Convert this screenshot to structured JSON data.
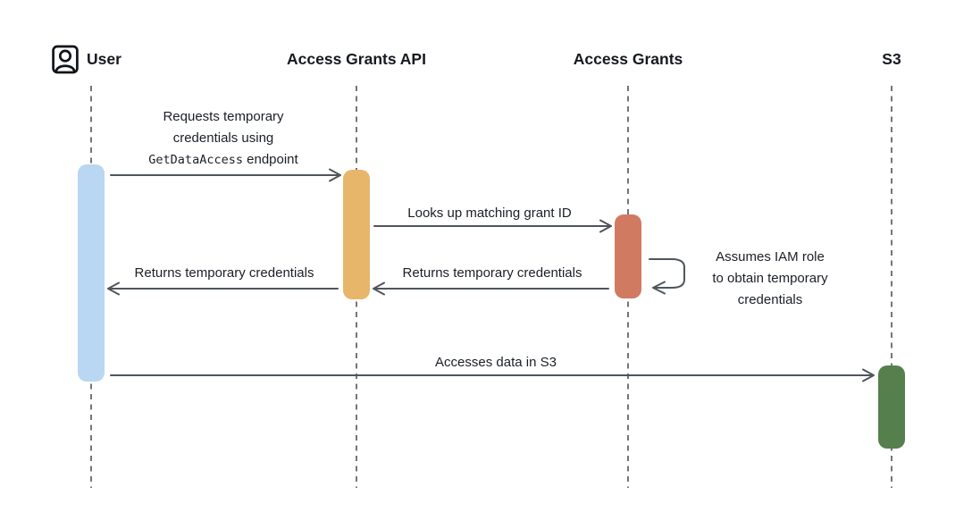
{
  "actors": {
    "user": {
      "label": "User",
      "icon": "user-icon"
    },
    "api": {
      "label": "Access Grants API"
    },
    "grants": {
      "label": "Access Grants"
    },
    "s3": {
      "label": "S3"
    }
  },
  "messages": {
    "request_credentials": {
      "from": "User",
      "to": "Access Grants API",
      "line1": "Requests temporary",
      "line2": "credentials using",
      "code": "GetDataAccess",
      "line3_suffix": " endpoint"
    },
    "lookup_grant": {
      "from": "Access Grants API",
      "to": "Access Grants",
      "text": "Looks up matching grant ID"
    },
    "assume_role": {
      "from": "Access Grants",
      "to": "Access Grants",
      "line1": "Assumes IAM role",
      "line2": "to obtain temporary",
      "line3": "credentials"
    },
    "return_to_api": {
      "from": "Access Grants",
      "to": "Access Grants API",
      "text": "Returns temporary credentials"
    },
    "return_to_user": {
      "from": "Access Grants API",
      "to": "User",
      "text": "Returns temporary credentials"
    },
    "access_data": {
      "from": "User",
      "to": "S3",
      "text": "Accesses data in S3"
    }
  },
  "colors": {
    "activation_user": "#b9d6f2",
    "activation_api": "#e8b66a",
    "activation_grants": "#d17a62",
    "activation_s3": "#567f4e",
    "arrow": "#4f555b",
    "lifeline": "#5a5e63",
    "text": "#16191f"
  }
}
